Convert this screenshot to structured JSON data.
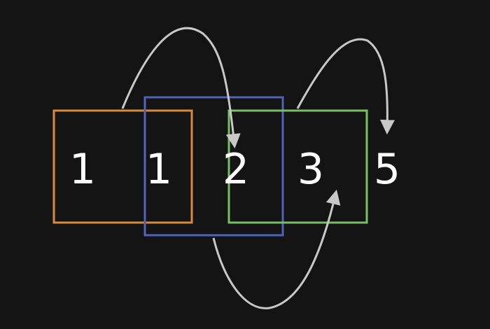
{
  "numbers": [
    {
      "text": "1"
    },
    {
      "text": "1"
    },
    {
      "text": "2"
    },
    {
      "text": "3"
    },
    {
      "text": "5"
    }
  ],
  "colors": {
    "background": "#141414",
    "orange_box": "#d88a3f",
    "blue_box": "#4f64b8",
    "green_box": "#78c062",
    "arrow": "#c8c8c8",
    "number": "#ffffff"
  }
}
